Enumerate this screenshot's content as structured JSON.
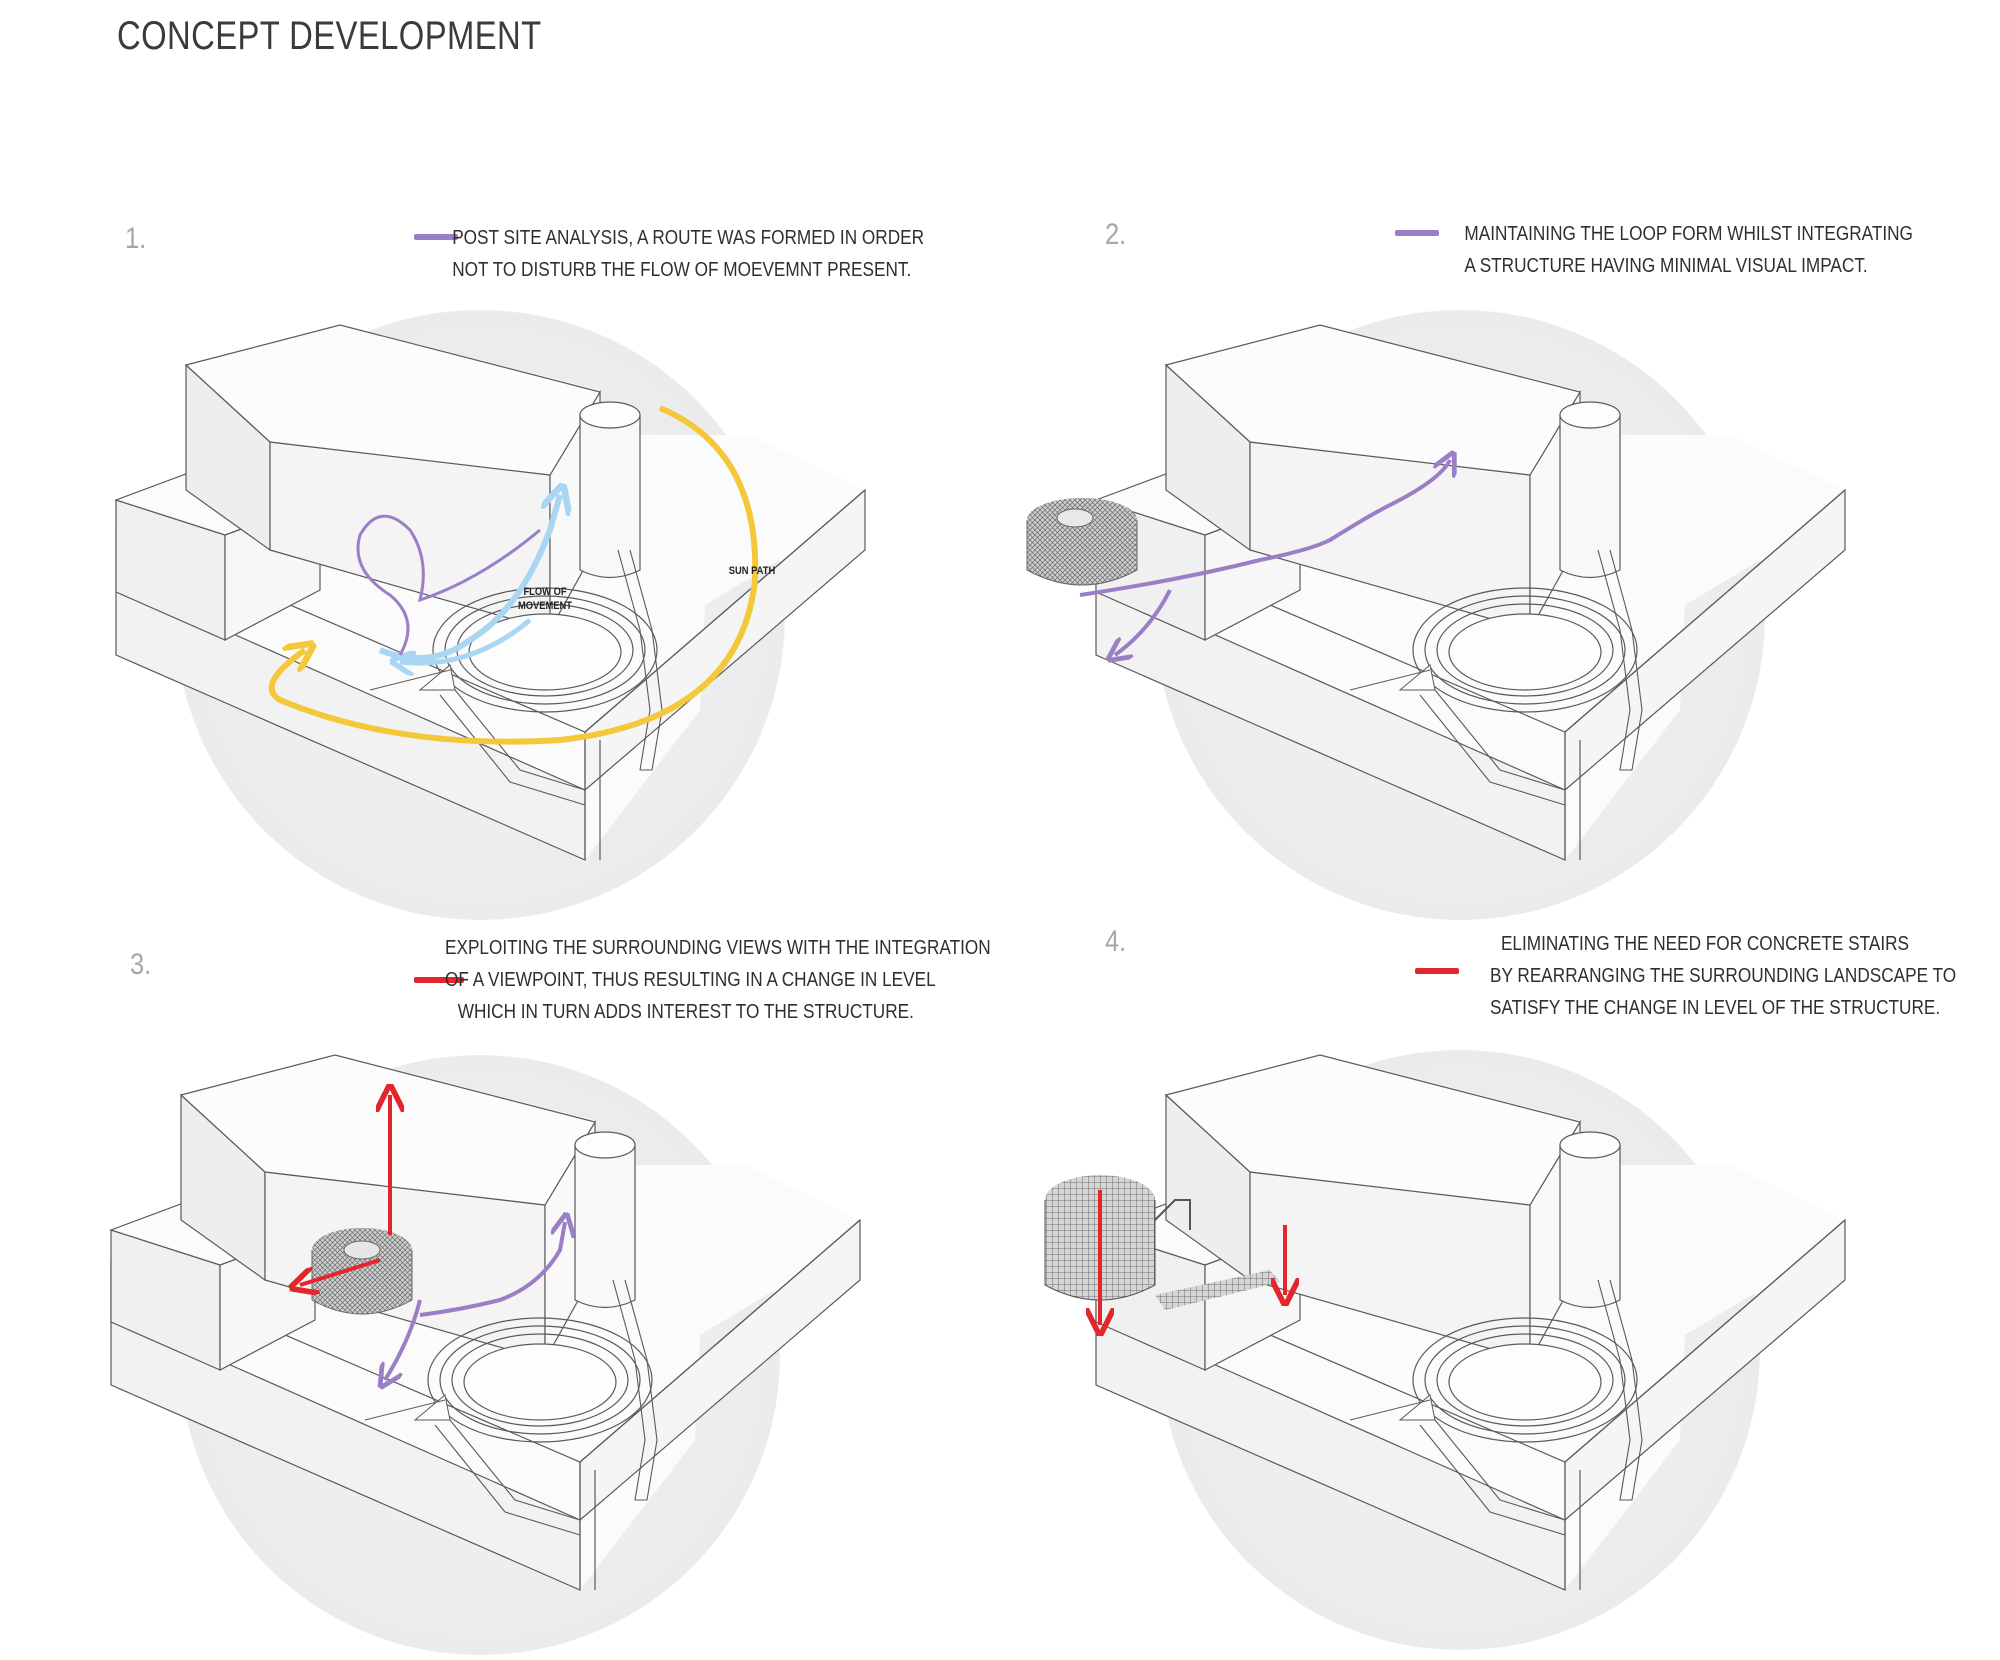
{
  "title": "CONCEPT DEVELOPMENT",
  "colors": {
    "route": "#9b7fc6",
    "sun_path": "#f3c93b",
    "flow": "#a9d6f3",
    "level_change": "#e3262b",
    "backdrop": "#efefef",
    "mass_fill": "#f7f7f7",
    "mass_stroke": "#5a5a5a"
  },
  "panels": [
    {
      "number": "1.",
      "key_color": "purple",
      "caption": [
        "POST SITE ANALYSIS, A ROUTE WAS FORMED IN ORDER",
        "NOT TO DISTURB THE FLOW OF MOEVEMNT PRESENT."
      ],
      "labels": {
        "flow": [
          "FLOW OF",
          "MOVEMENT"
        ],
        "sun": "SUN PATH"
      }
    },
    {
      "number": "2.",
      "key_color": "purple",
      "caption": [
        "MAINTAINING THE LOOP FORM WHILST INTEGRATING",
        "A STRUCTURE HAVING MINIMAL VISUAL IMPACT."
      ]
    },
    {
      "number": "3.",
      "key_color": "red",
      "caption": [
        "EXPLOITING THE SURROUNDING VIEWS WITH THE INTEGRATION",
        "OF A VIEWPOINT, THUS RESULTING IN A CHANGE IN LEVEL",
        "WHICH IN TURN ADDS INTEREST TO THE STRUCTURE."
      ]
    },
    {
      "number": "4.",
      "key_color": "red",
      "caption": [
        "ELIMINATING THE NEED FOR CONCRETE STAIRS",
        "BY REARRANGING THE SURROUNDING LANDSCAPE TO",
        "SATISFY THE CHANGE IN LEVEL OF THE STRUCTURE."
      ]
    }
  ]
}
